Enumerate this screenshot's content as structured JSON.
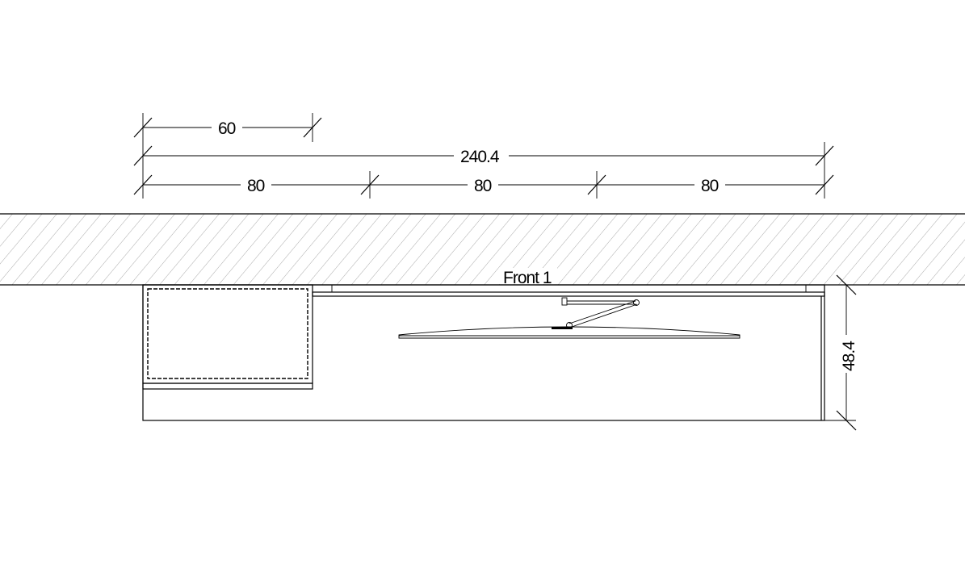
{
  "drawing": {
    "wall_label": "Front 1",
    "dimensions": {
      "top_partial": "60",
      "overall_width": "240.4",
      "segments": [
        "80",
        "80",
        "80"
      ],
      "depth": "48.4"
    }
  }
}
